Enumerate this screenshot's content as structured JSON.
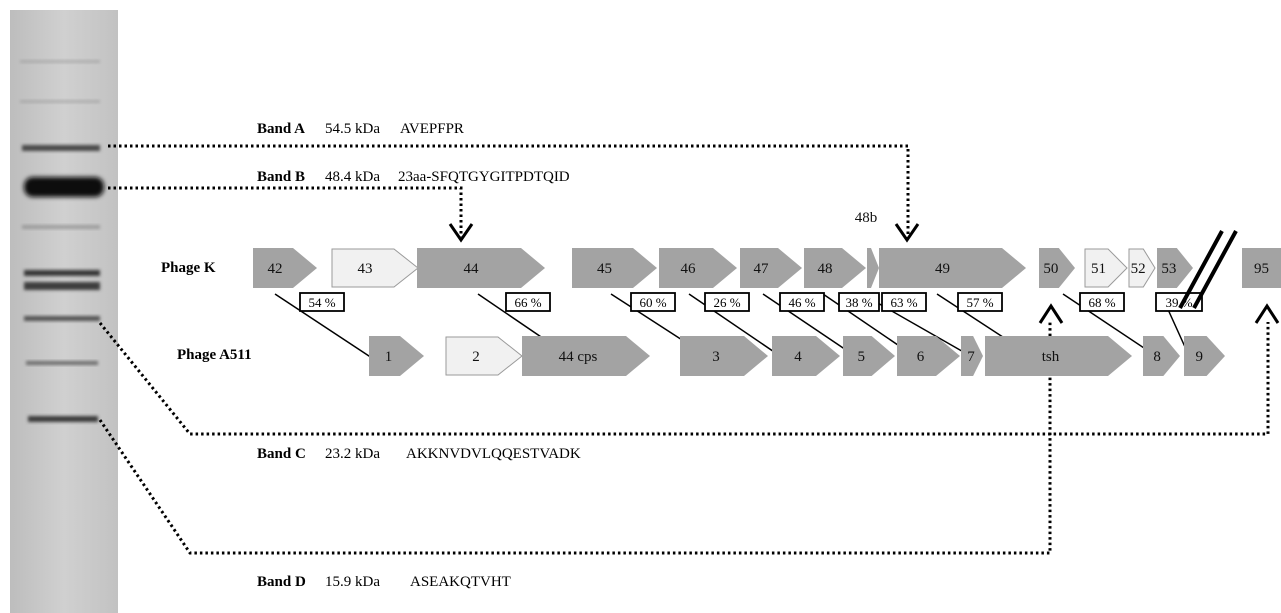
{
  "colors": {
    "gene_dark": "#a3a3a3",
    "gene_light": "#f1f1f1",
    "gene_light_stroke": "#9a9a9a",
    "gel_bg": "#c9c9c9",
    "band": "#3a3a3a",
    "ink": "#000000"
  },
  "bands": [
    {
      "id": "A",
      "name": "Band A",
      "mass": "54.5 kDa",
      "sequence": "AVEPFPR"
    },
    {
      "id": "B",
      "name": "Band B",
      "mass": "48.4 kDa",
      "sequence": "23aa-SFQTGYGITPDTQID"
    },
    {
      "id": "C",
      "name": "Band C",
      "mass": "23.2 kDa",
      "sequence": "AKKNVDVLQQESTVADK"
    },
    {
      "id": "D",
      "name": "Band D",
      "mass": "15.9 kDa",
      "sequence": "ASEAKQTVHT"
    }
  ],
  "phage_k": {
    "label": "Phage K",
    "genes": [
      "42",
      "43",
      "44",
      "45",
      "46",
      "47",
      "48",
      "48b",
      "49",
      "50",
      "51",
      "52",
      "53",
      "95"
    ],
    "light_genes": [
      "43",
      "51",
      "52"
    ]
  },
  "phage_a511": {
    "label": "Phage A511",
    "genes": [
      "1",
      "2",
      "44 cps",
      "3",
      "4",
      "5",
      "6",
      "7",
      "tsh",
      "8",
      "9"
    ],
    "light_genes": [
      "2"
    ]
  },
  "identities": [
    "54 %",
    "66 %",
    "60 %",
    "26 %",
    "46 %",
    "38 %",
    "63 %",
    "57 %",
    "68 %",
    "39 %"
  ]
}
